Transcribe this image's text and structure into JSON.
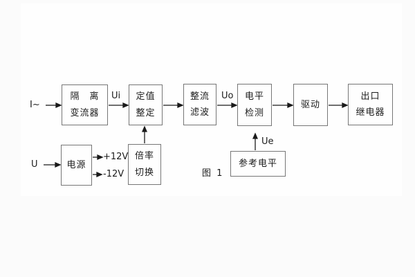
{
  "figure": {
    "caption": "图 1",
    "colors": {
      "background": "#fbfbfb",
      "panel": "#fefefe",
      "box_border": "#767676",
      "line": "#1a1a1a",
      "text": "#1c1c1c"
    }
  },
  "blocks": [
    {
      "id": "isolation-transformer",
      "lines": [
        "隔　离",
        "变流器"
      ]
    },
    {
      "id": "setting-adjustment",
      "lines": [
        "定值",
        "整定"
      ]
    },
    {
      "id": "rectifier-filter",
      "lines": [
        "整流",
        "滤波"
      ]
    },
    {
      "id": "level-detection",
      "lines": [
        "电平",
        "检测"
      ]
    },
    {
      "id": "drive",
      "lines": [
        "驱动"
      ]
    },
    {
      "id": "output-relay",
      "lines": [
        "出口",
        "继电器"
      ]
    },
    {
      "id": "power-supply",
      "lines": [
        "电源"
      ]
    },
    {
      "id": "ratio-switch",
      "lines": [
        "倍率",
        "切换"
      ]
    },
    {
      "id": "reference-level",
      "lines": [
        "参考电平"
      ]
    }
  ],
  "labels": {
    "i_input": "I~",
    "u_input": "U",
    "ui": "Ui",
    "uo": "Uo",
    "ue": "Ue",
    "plus_12v": "+12V",
    "minus_12v": "-12V"
  }
}
